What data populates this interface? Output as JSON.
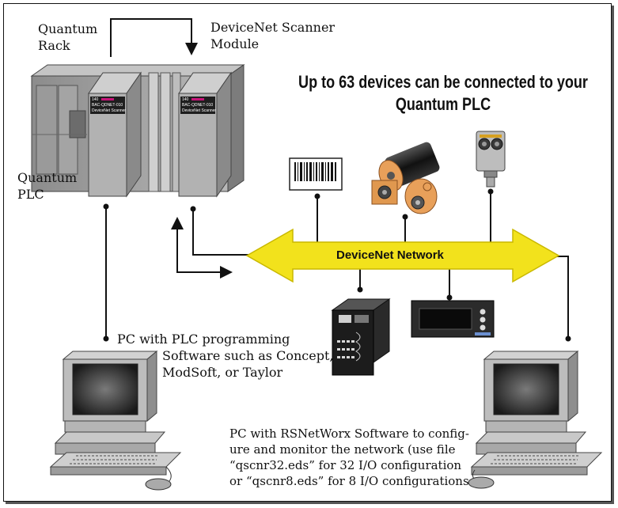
{
  "labels": {
    "quantum_rack": [
      "Quantum",
      "Rack"
    ],
    "scanner_module": [
      "DeviceNet Scanner",
      "Module"
    ],
    "quantum_plc": [
      "Quantum",
      "PLC"
    ],
    "headline": [
      "Up to 63 devices can be connected to your",
      "Quantum PLC"
    ],
    "network": "DeviceNet Network",
    "pc_left": [
      "PC with PLC programming",
      "Software such as Concept,",
      "ModSoft, or Taylor"
    ],
    "pc_right": [
      "PC with RSNetWorx Software to config-",
      "ure and monitor the network (use file",
      "“qscnr32.eds” for 32 I/O configuration",
      "or “qscnr8.eds” for 8 I/O configurations"
    ]
  },
  "modules": {
    "left": [
      "140",
      "BAC-QDNET-010",
      "DeviceNet Scanner"
    ],
    "right": [
      "140",
      "BAC-QDNET-010",
      "DeviceNet Scanner"
    ]
  },
  "colors": {
    "network_arrow": "#f2e21c",
    "network_arrow_edge": "#c9b800",
    "rack": "#a8a8a8",
    "module_tag": "#c8147a",
    "line": "#111111"
  }
}
